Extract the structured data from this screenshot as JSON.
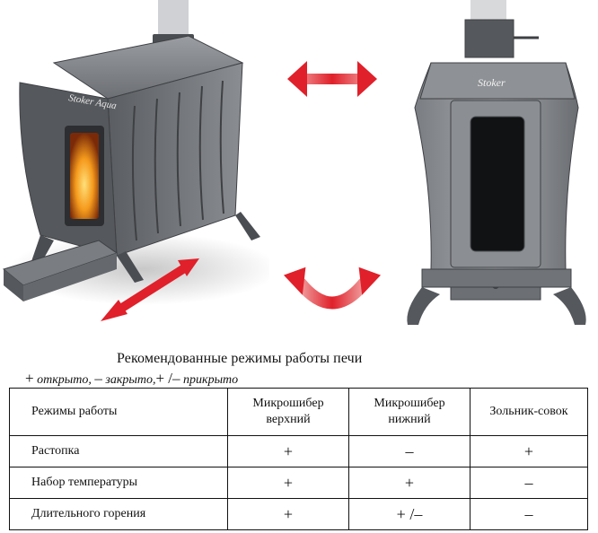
{
  "caption": "Рекомендованные режимы работы печи",
  "legend": {
    "plus": "+",
    "open": "открыто,",
    "minus": "–",
    "closed": "закрыто,",
    "plusminus": "+ /–",
    "ajar": "прикрыто"
  },
  "stove_logo": "Stoker Aqua",
  "table": {
    "headers": [
      "Режимы работы",
      "Микрошибер верхний",
      "Микрошибер нижний",
      "Зольник-совок"
    ],
    "rows": [
      {
        "mode": "Растопка",
        "upper": "+",
        "lower": "–",
        "ash": "+"
      },
      {
        "mode": "Набор температуры",
        "upper": "+",
        "lower": "+",
        "ash": "–"
      },
      {
        "mode": "Длительного горения",
        "upper": "+",
        "lower": "+ /–",
        "ash": "–"
      }
    ]
  },
  "colors": {
    "arrow_red": "#e0202a",
    "stove_gray": "#6b6e72",
    "stove_dark": "#3e4044",
    "fire": "#f59a1c"
  }
}
